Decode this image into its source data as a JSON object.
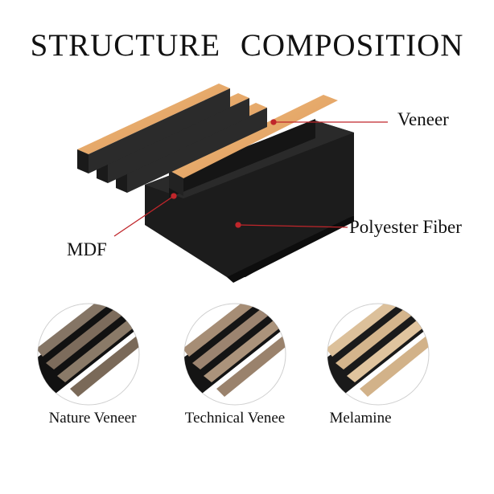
{
  "title": "STRUCTURE  COMPOSITION",
  "labels": {
    "veneer": "Veneer",
    "polyester": "Polyester Fiber",
    "mdf": "MDF"
  },
  "finishes": [
    {
      "name": "Nature Veneer",
      "color": "#8a7a68"
    },
    {
      "name": "Technical Venee",
      "color": "#a89078"
    },
    {
      "name": "Melamine",
      "color": "#dcbf94"
    }
  ],
  "colors": {
    "slat_face": "#e9b072",
    "felt": "#1c1c1c",
    "callout_line": "#c0262b"
  }
}
